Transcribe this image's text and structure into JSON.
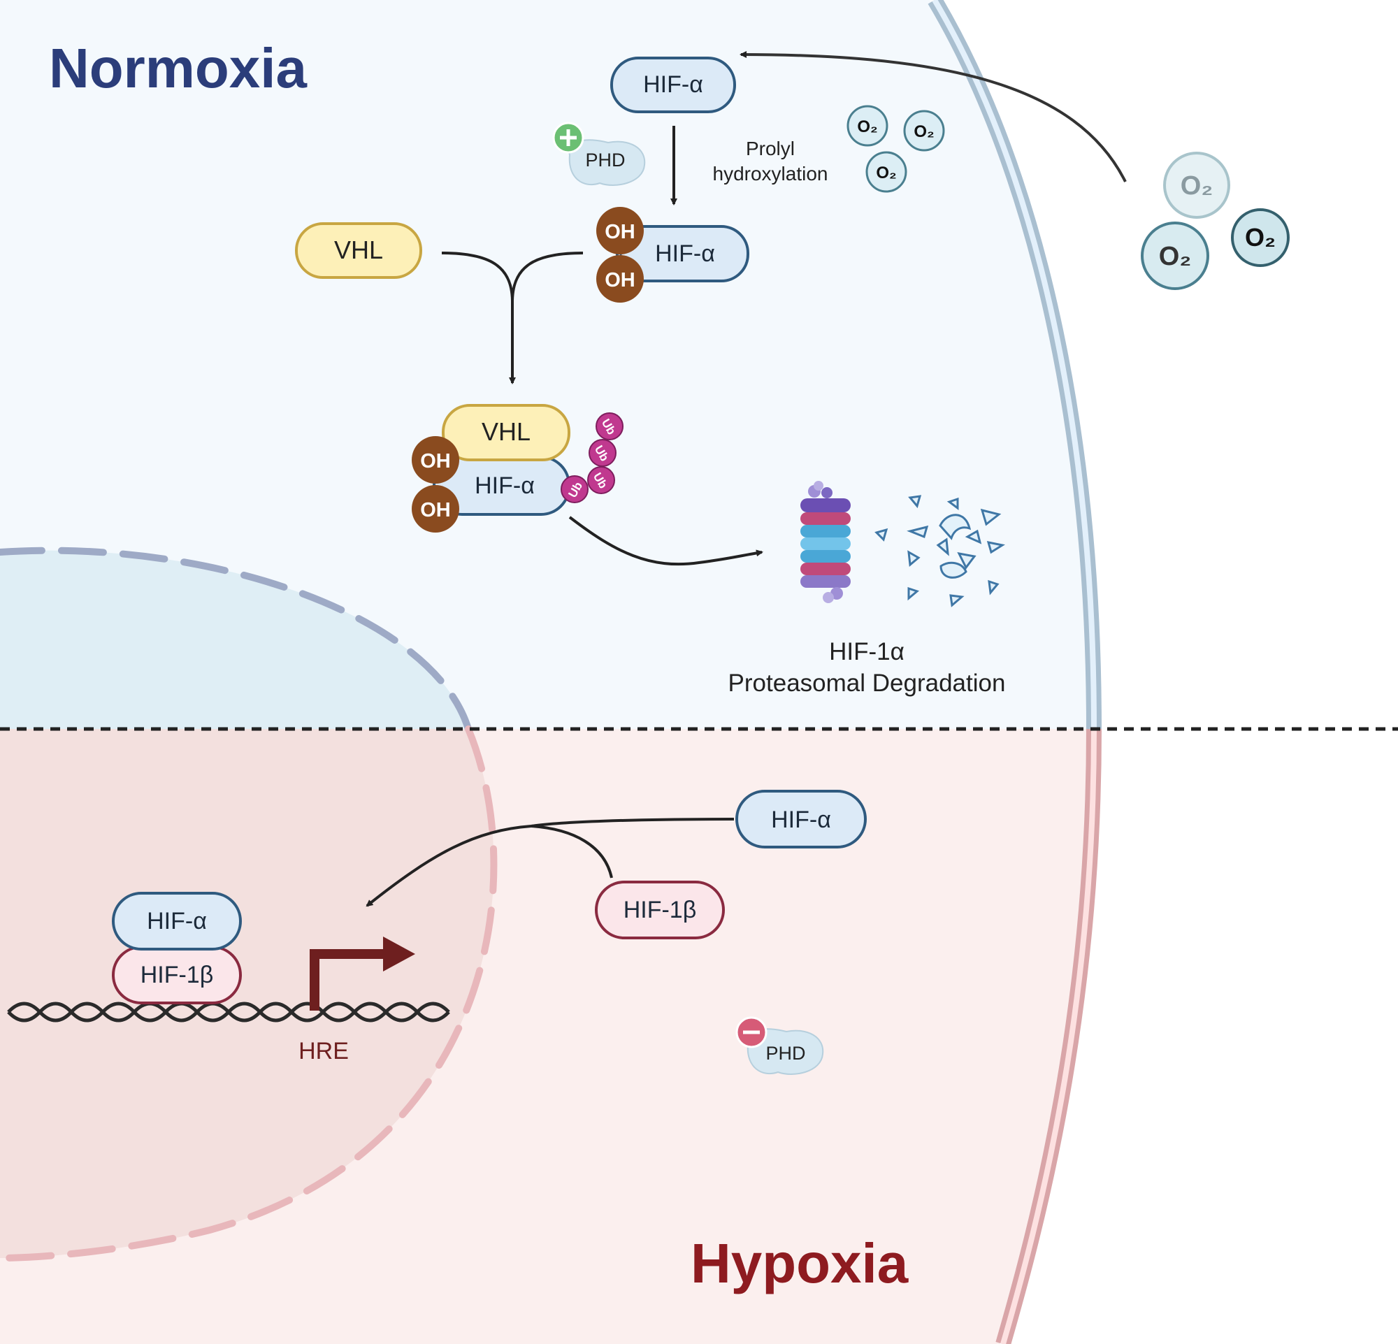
{
  "normoxia": {
    "title": "Normoxia",
    "hif_alpha_top": "HIF-α",
    "phd": "PHD",
    "prolyl_line1": "Prolyl",
    "prolyl_line2": "hydroxylation",
    "vhl": "VHL",
    "hif_alpha_hydroxylated": "HIF-α",
    "oh": "OH",
    "complex_vhl": "VHL",
    "complex_hif_alpha": "HIF-α",
    "ub": "Ub",
    "degradation_line1": "HIF-1α",
    "degradation_line2": "Proteasomal Degradation",
    "o2_inside": "O₂",
    "o2_outside": "O₂"
  },
  "hypoxia": {
    "title": "Hypoxia",
    "hif_alpha": "HIF-α",
    "hif_1beta": "HIF-1β",
    "dna_hif_alpha": "HIF-α",
    "dna_hif_1beta": "HIF-1β",
    "hre": "HRE",
    "phd": "PHD"
  },
  "colors": {
    "normoxia_title": "#2b3d7a",
    "hypoxia_title": "#8e1b20",
    "normoxia_bg": "#f4f9fd",
    "hypoxia_bg": "#fbefee",
    "hif_fill": "#dceaf7",
    "hif_stroke": "#2f5a7f",
    "vhl_fill": "#fdf0b8",
    "vhl_stroke": "#c8a642",
    "hif1b_fill": "#fbe6ea",
    "hif1b_stroke": "#8a2a40",
    "oh_fill": "#8a4b1f",
    "ub_fill": "#c0398f",
    "hre_color": "#6e1f1f"
  }
}
